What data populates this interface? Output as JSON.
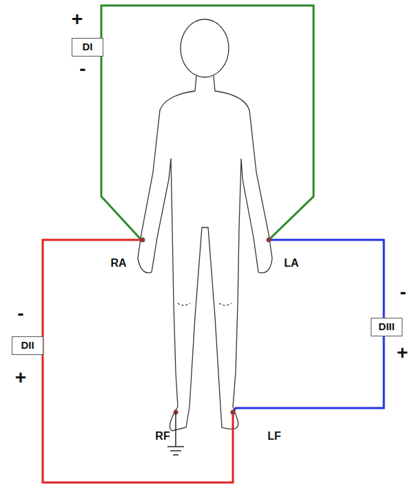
{
  "diagram": {
    "nodes": [
      {
        "text": [
          "DI"
        ]
      },
      {
        "text": [
          "DII"
        ]
      },
      {
        "text": [
          "DIII"
        ]
      }
    ],
    "labels": [
      "+",
      "-",
      "-",
      "+",
      "-",
      "+",
      "RA",
      "LA",
      "RF",
      "LF"
    ]
  }
}
